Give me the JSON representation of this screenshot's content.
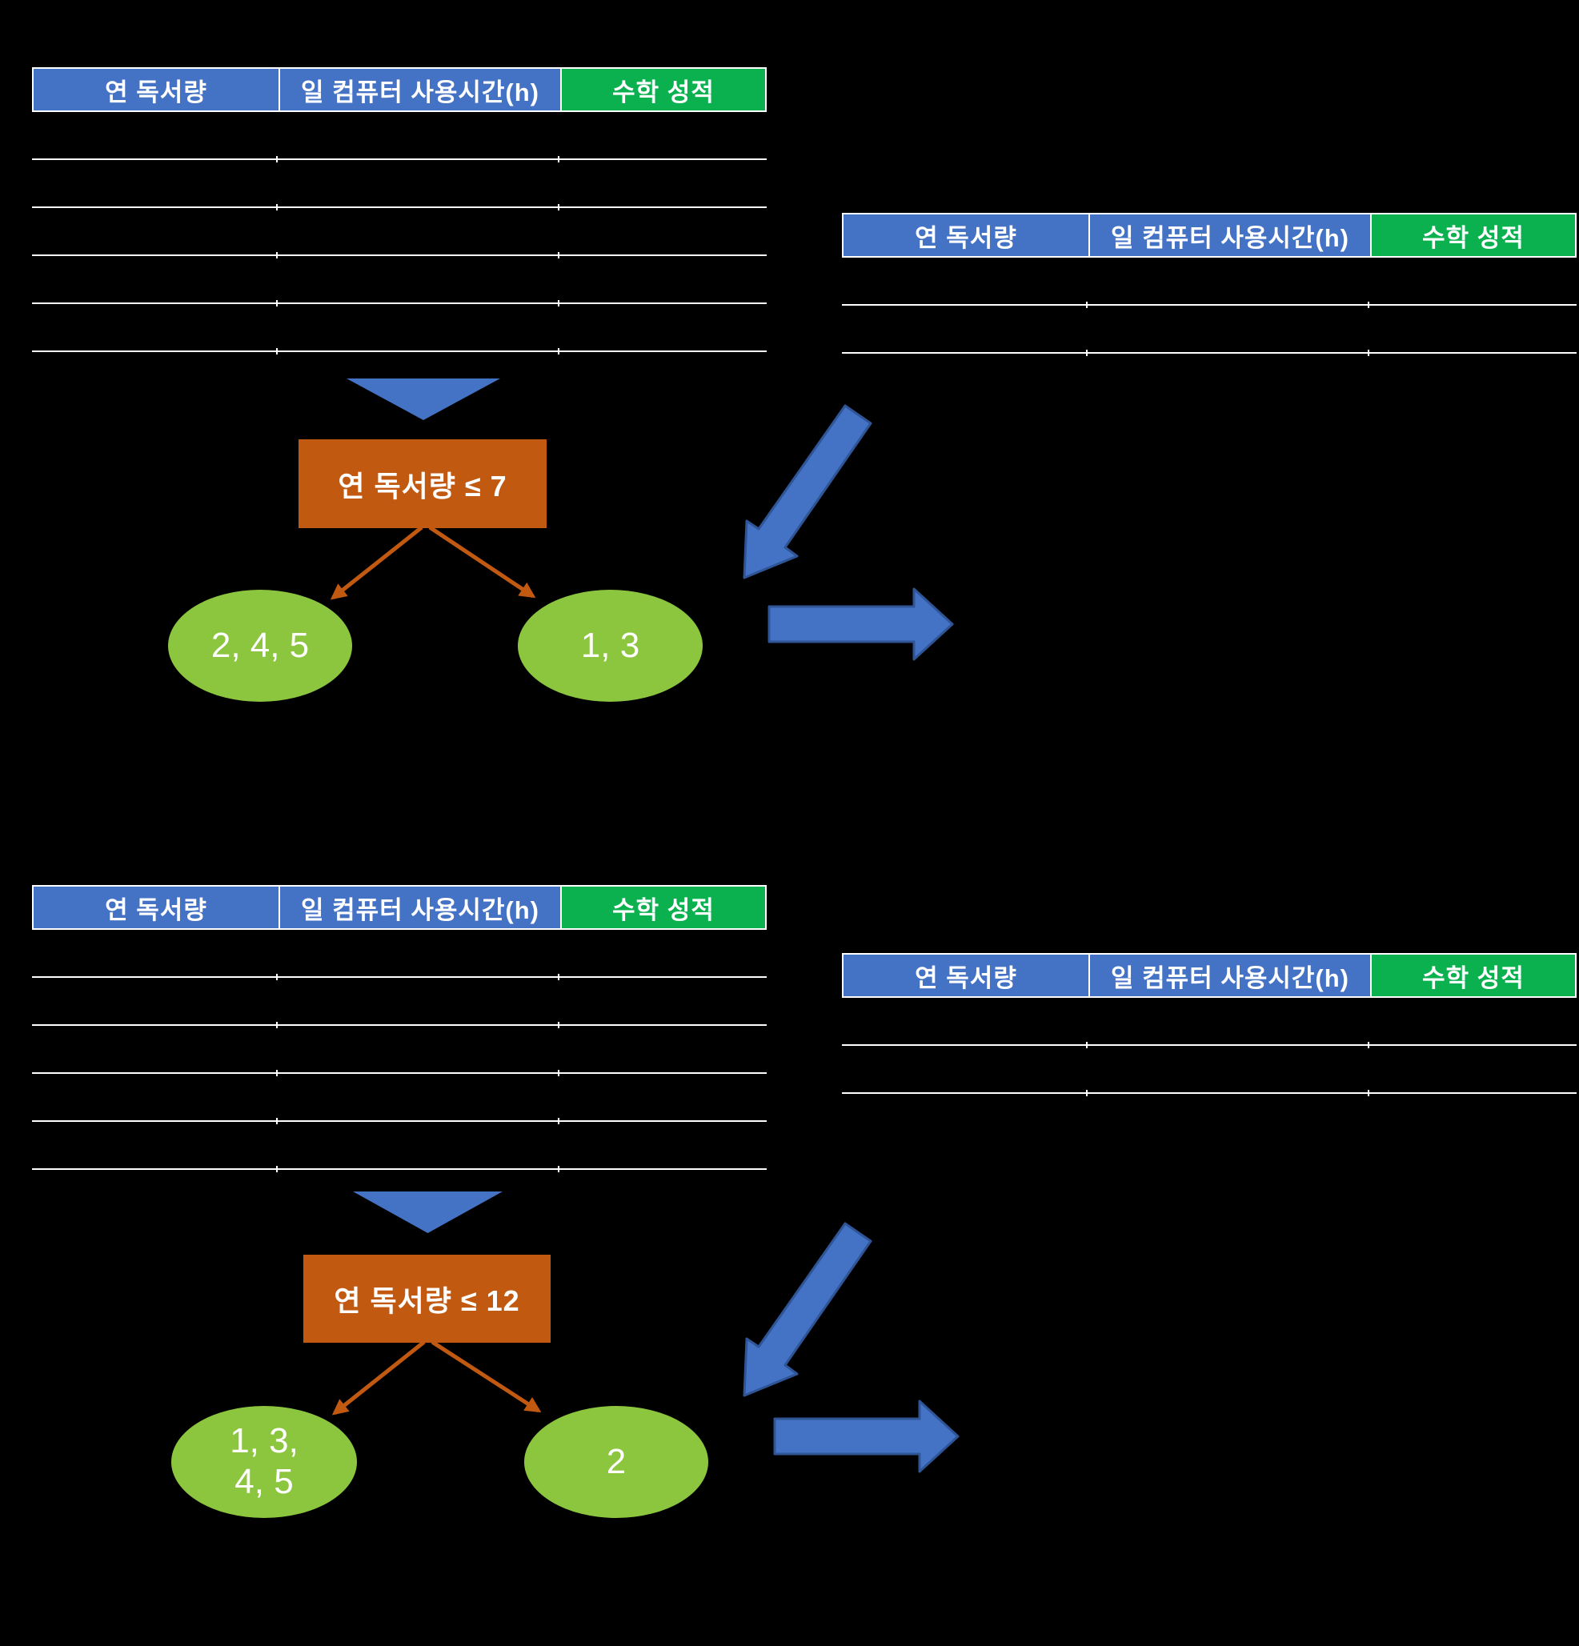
{
  "slide": {
    "background": "#000000",
    "colors": {
      "header_blue": "#4472C4",
      "header_green": "#0BB04F",
      "row_line_white": "#FFFFFF",
      "split_node_orange": "#C25911",
      "branch_arrow_orange": "#C25911",
      "leaf_green": "#8CC63F",
      "big_arrow_blue": "#4472C4",
      "big_arrow_border": "#2F5597",
      "text_white": "#FFFFFF"
    },
    "columns": [
      "연 독서량",
      "일 컴퓨터 사용시간(h)",
      "수학 성적"
    ],
    "top_section": {
      "main_table": {
        "row_count": 5
      },
      "result_table": {
        "row_count": 2
      },
      "split_node_label": "연 독서량 ≤ 7",
      "left_leaf_label": "2, 4, 5",
      "right_leaf_label": "1, 3"
    },
    "bottom_section": {
      "main_table": {
        "row_count": 5
      },
      "result_table": {
        "row_count": 2
      },
      "split_node_label": "연 독서량 ≤ 12",
      "left_leaf_label": "1, 3,\n4, 5",
      "right_leaf_label": "2"
    }
  }
}
